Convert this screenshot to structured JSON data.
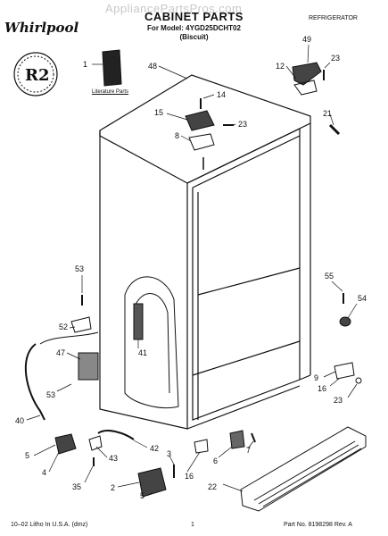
{
  "header": {
    "watermark": "AppliancePartsPros.com",
    "title": "CABINET PARTS",
    "model": "For Model: 4YGD25DCHT02",
    "color": "(Biscuit)",
    "category": "REFRIGERATOR",
    "brand": "Whirlpool"
  },
  "labels": {
    "literature": "Literature Parts"
  },
  "footer": {
    "left": "10–02 Litho In U.S.A. (dmz)",
    "center": "1",
    "right": "Part No. 8198298 Rev. A"
  },
  "callouts": [
    {
      "id": "c1",
      "text": "1"
    },
    {
      "id": "c48",
      "text": "48"
    },
    {
      "id": "c49",
      "text": "49"
    },
    {
      "id": "c12",
      "text": "12"
    },
    {
      "id": "c23a",
      "text": "23"
    },
    {
      "id": "c14",
      "text": "14"
    },
    {
      "id": "c15",
      "text": "15"
    },
    {
      "id": "c23b",
      "text": "23"
    },
    {
      "id": "c21",
      "text": "21"
    },
    {
      "id": "c8",
      "text": "8"
    },
    {
      "id": "c53a",
      "text": "53"
    },
    {
      "id": "c55",
      "text": "55"
    },
    {
      "id": "c54",
      "text": "54"
    },
    {
      "id": "c52",
      "text": "52"
    },
    {
      "id": "c41",
      "text": "41"
    },
    {
      "id": "c47",
      "text": "47"
    },
    {
      "id": "c53b",
      "text": "53"
    },
    {
      "id": "c9",
      "text": "9"
    },
    {
      "id": "c16a",
      "text": "16"
    },
    {
      "id": "c23c",
      "text": "23"
    },
    {
      "id": "c40",
      "text": "40"
    },
    {
      "id": "c42",
      "text": "42"
    },
    {
      "id": "c5a",
      "text": "5"
    },
    {
      "id": "c43",
      "text": "43"
    },
    {
      "id": "c4",
      "text": "4"
    },
    {
      "id": "c3",
      "text": "3"
    },
    {
      "id": "c6",
      "text": "6"
    },
    {
      "id": "c7",
      "text": "7"
    },
    {
      "id": "c35",
      "text": "35"
    },
    {
      "id": "c16b",
      "text": "16"
    },
    {
      "id": "c2",
      "text": "2"
    },
    {
      "id": "c5b",
      "text": "5"
    },
    {
      "id": "c22",
      "text": "22"
    }
  ]
}
